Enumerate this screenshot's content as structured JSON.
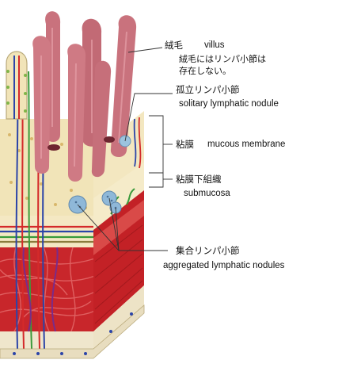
{
  "labels": {
    "villus_jp": "絨毛",
    "villus_en": "villus",
    "villus_note_1": "絨毛にはリンパ小節は",
    "villus_note_2": "存在しない。",
    "solitary_jp": "孤立リンパ小節",
    "solitary_en": "solitary lymphatic nodule",
    "mucous_jp": "粘膜",
    "mucous_en": "mucous membrane",
    "submucosa_jp": "粘膜下組織",
    "submucosa_en": "submucosa",
    "aggregated_jp": "集合リンパ小節",
    "aggregated_en": "aggregated lymphatic nodules"
  },
  "colors": {
    "villus": "#c9727d",
    "villus_shadow": "#9e4a57",
    "mucosa_cream": "#f2e6bd",
    "muscle_red": "#c8262b",
    "nodule_blue": "#8fb8d8",
    "vessel_red": "#d42a2a",
    "vessel_blue": "#2b44a8",
    "vessel_green": "#3a9a3a",
    "leader_line": "#333333"
  }
}
